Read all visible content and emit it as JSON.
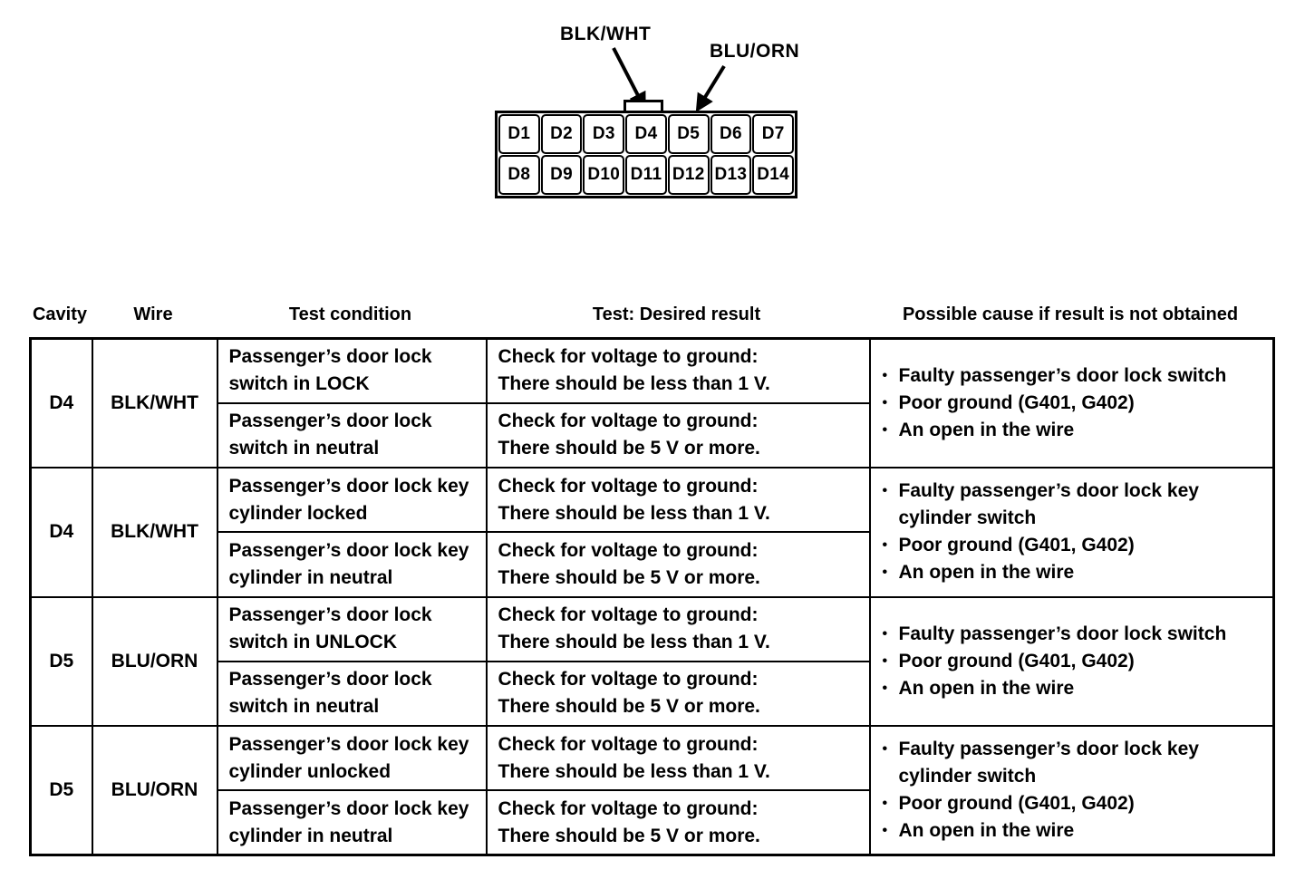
{
  "colors": {
    "ink": "#000000",
    "background": "#ffffff"
  },
  "icons": {
    "bullet": "•"
  },
  "diagram": {
    "labels": [
      "BLK/WHT",
      "BLU/ORN"
    ],
    "pins": [
      "D1",
      "D2",
      "D3",
      "D4",
      "D5",
      "D6",
      "D7",
      "D8",
      "D9",
      "D10",
      "D11",
      "D12",
      "D13",
      "D14"
    ]
  },
  "table": {
    "headers": [
      "Cavity",
      "Wire",
      "Test condition",
      "Test: Desired result",
      "Possible cause if result is not obtained"
    ],
    "rows": [
      {
        "cavity": "D4",
        "wire": "BLK/WHT",
        "tests": [
          {
            "condition": "Passenger’s door lock switch in LOCK",
            "result_line1": "Check for voltage to ground:",
            "result_line2": "There should be less than 1 V."
          },
          {
            "condition": "Passenger’s door lock switch in neutral",
            "result_line1": "Check for voltage to ground:",
            "result_line2": "There should be 5 V or more."
          }
        ],
        "causes": [
          "Faulty passenger’s door lock switch",
          "Poor ground (G401, G402)",
          "An open in the wire"
        ]
      },
      {
        "cavity": "D4",
        "wire": "BLK/WHT",
        "tests": [
          {
            "condition": "Passenger’s door lock key cylinder locked",
            "result_line1": "Check for voltage to ground:",
            "result_line2": "There should be less than 1 V."
          },
          {
            "condition": "Passenger’s door lock key cylinder in neutral",
            "result_line1": "Check for voltage to ground:",
            "result_line2": "There should be 5 V or more."
          }
        ],
        "causes": [
          "Faulty passenger’s door lock key cylinder switch",
          "Poor ground (G401, G402)",
          "An open in the wire"
        ]
      },
      {
        "cavity": "D5",
        "wire": "BLU/ORN",
        "tests": [
          {
            "condition": "Passenger’s door lock switch in UNLOCK",
            "result_line1": "Check for voltage to ground:",
            "result_line2": "There should be less than 1 V."
          },
          {
            "condition": "Passenger’s door lock switch in neutral",
            "result_line1": "Check for voltage to ground:",
            "result_line2": "There should be 5 V or more."
          }
        ],
        "causes": [
          "Faulty passenger’s door lock switch",
          "Poor ground (G401, G402)",
          "An open in the wire"
        ]
      },
      {
        "cavity": "D5",
        "wire": "BLU/ORN",
        "tests": [
          {
            "condition": "Passenger’s door lock key cylinder unlocked",
            "result_line1": "Check for voltage to ground:",
            "result_line2": "There should be less than 1 V."
          },
          {
            "condition": "Passenger’s door lock key cylinder in neutral",
            "result_line1": "Check for voltage to ground:",
            "result_line2": "There should be 5 V or more."
          }
        ],
        "causes": [
          "Faulty passenger’s door lock key cylinder switch",
          "Poor ground (G401, G402)",
          "An open in the wire"
        ]
      }
    ]
  }
}
